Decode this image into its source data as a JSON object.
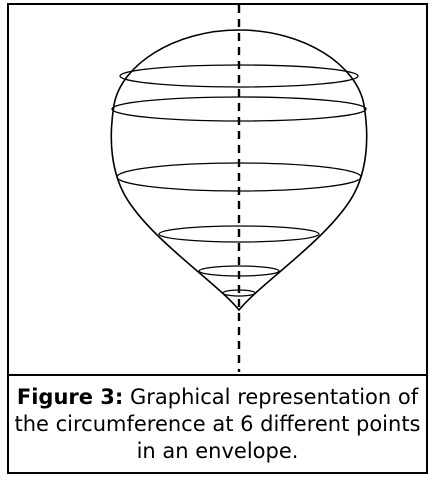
{
  "figure": {
    "label": "Figure 3:",
    "caption_text": "Graphical representation of the circumference at 6 different points in an envelope."
  },
  "diagram": {
    "subject": "balloon envelope",
    "circumference_lines": 6,
    "axis_style": "dashed vertical centerline",
    "stroke_color": "#000000"
  }
}
